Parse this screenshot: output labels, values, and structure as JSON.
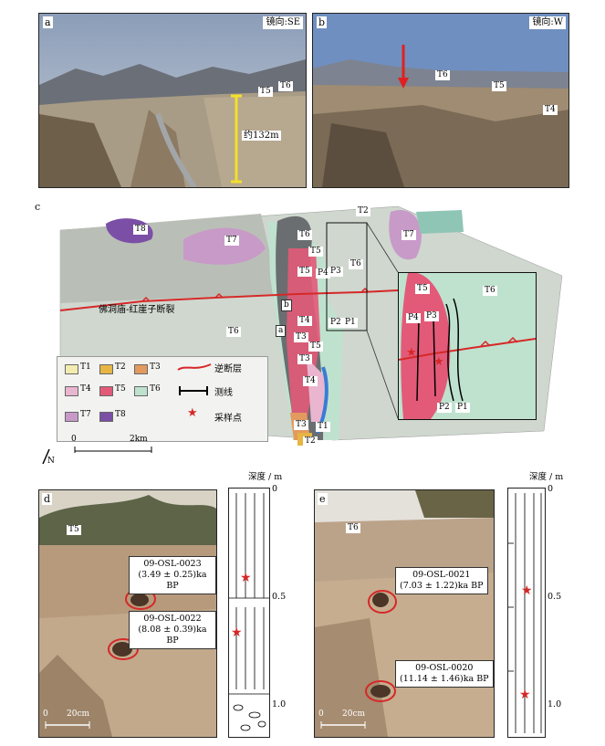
{
  "panel_a": {
    "letter": "a",
    "direction": "镜向:SE",
    "height_label": "约132m",
    "terraces": [
      "T5",
      "T6"
    ]
  },
  "panel_b": {
    "letter": "b",
    "direction": "镜向:W",
    "terraces": [
      "T6",
      "T5",
      "T4"
    ]
  },
  "panel_c": {
    "letter": "c",
    "fault_label": "佛洞庙-红崖子断裂",
    "terraces_main": [
      "T8",
      "T7",
      "T6",
      "T5",
      "T2",
      "T7",
      "T6",
      "T5",
      "T4",
      "T3",
      "T4",
      "T3",
      "T2",
      "T1",
      "T3",
      "T5",
      "T6"
    ],
    "profiles": [
      "P1",
      "P2",
      "P3",
      "P4"
    ],
    "points": [
      "a",
      "b"
    ],
    "scale": {
      "start": "0",
      "end": "2km"
    },
    "north": "N",
    "inset": {
      "terraces": [
        "T5",
        "T6"
      ],
      "profiles": [
        "P4",
        "P3",
        "P2",
        "P1"
      ]
    },
    "legend": {
      "swatches": [
        {
          "label": "T1",
          "color": "#f3ecb0"
        },
        {
          "label": "T2",
          "color": "#e7b543"
        },
        {
          "label": "T3",
          "color": "#e39a5e"
        },
        {
          "label": "T4",
          "color": "#eab5cf"
        },
        {
          "label": "T5",
          "color": "#e35a78"
        },
        {
          "label": "T6",
          "color": "#bfe2cf"
        },
        {
          "label": "T7",
          "color": "#c89ac8"
        },
        {
          "label": "T8",
          "color": "#7c4fa6"
        }
      ],
      "fault": "逆断层",
      "line": "测线",
      "sample": "采样点"
    }
  },
  "panel_d": {
    "letter": "d",
    "terrace": "T5",
    "samples": [
      {
        "id": "09-OSL-0023",
        "age": "(3.49 ± 0.25)ka BP"
      },
      {
        "id": "09-OSL-0022",
        "age": "(8.08 ± 0.39)ka BP"
      }
    ],
    "scale": {
      "start": "0",
      "end": "20cm"
    }
  },
  "panel_e": {
    "letter": "e",
    "terrace": "T6",
    "samples": [
      {
        "id": "09-OSL-0021",
        "age": "(7.03 ± 1.22)ka BP"
      },
      {
        "id": "09-OSL-0020",
        "age": "(11.14 ± 1.46)ka BP"
      }
    ],
    "scale": {
      "start": "0",
      "end": "20cm"
    }
  },
  "depth_axis": {
    "title": "深度 / m",
    "ticks": [
      "0",
      "0.5",
      "1.0"
    ]
  }
}
